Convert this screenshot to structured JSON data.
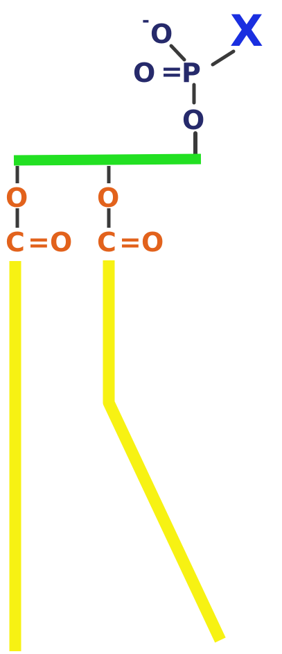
{
  "atoms": {
    "charge": "-",
    "phosphate_o_top": "O",
    "phosphate_o_double": "O",
    "phosphate_equals": "=",
    "phosphorus": "P",
    "phosphate_o_bridge": "O",
    "head_group": "X",
    "ester1_o": "O",
    "ester1_c": "C",
    "ester1_equals": "=",
    "ester1_o_double": "O",
    "ester2_o": "O",
    "ester2_c": "C",
    "ester2_equals": "=",
    "ester2_o_double": "O"
  },
  "colors": {
    "phosphate": "#262a6b",
    "head_group": "#1a2fe0",
    "ester": "#e2621c",
    "glycerol_backbone": "#22e022",
    "fatty_acid_tails": "#f7f213",
    "bond": "#3a3a3a"
  }
}
